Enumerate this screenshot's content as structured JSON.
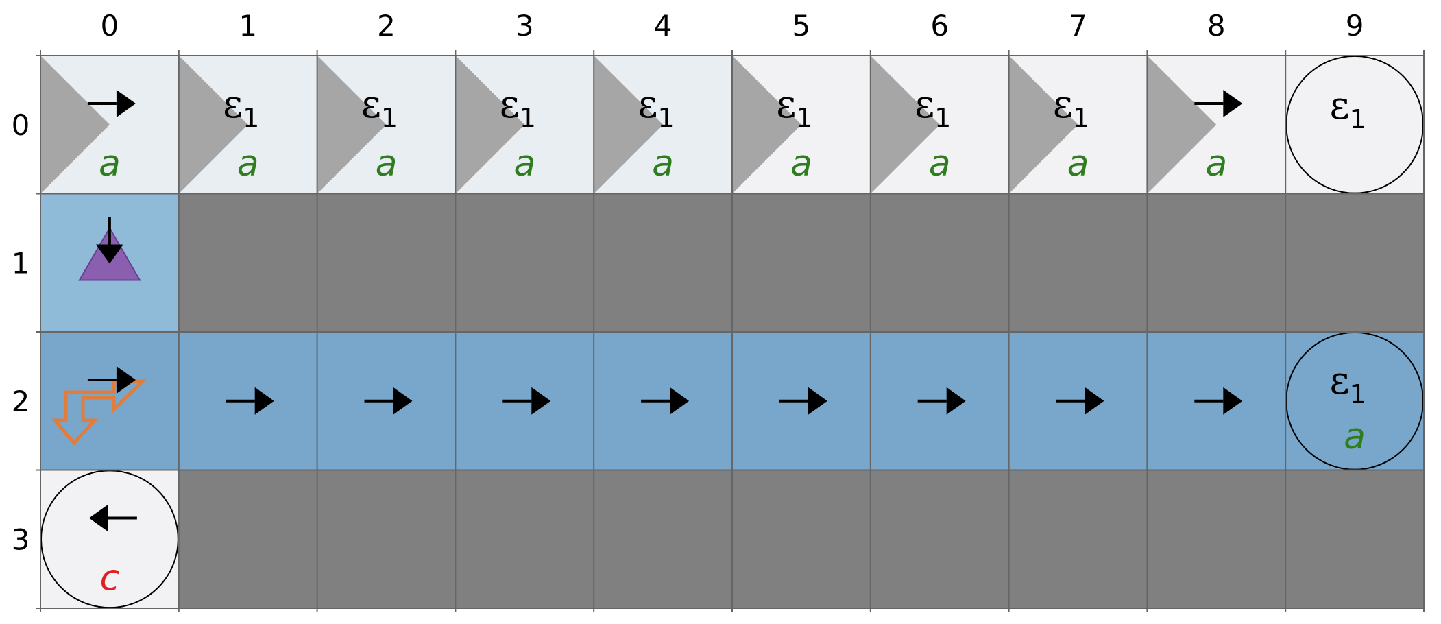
{
  "grid": {
    "columns": [
      "0",
      "1",
      "2",
      "3",
      "4",
      "5",
      "6",
      "7",
      "8",
      "9"
    ],
    "rows": [
      "0",
      "1",
      "2",
      "3"
    ]
  },
  "colors": {
    "light_cell": "#f2f2f5",
    "light_cell_tint": "#e9eef2",
    "wall": "#808080",
    "path_cell": "#78a7cb",
    "path_cell_light": "#8fbad8",
    "triangle_gray": "#a6a6a6",
    "agent_purple": "#8a5fb0",
    "turn_arrow_orange": "#e07d3c",
    "label_green": "#2e7d1e",
    "label_red": "#e02020",
    "grid_line": "#666666"
  },
  "labels": {
    "eps_symbol": "ε",
    "eps_subscript": "1",
    "green_letter": "a",
    "red_letter": "c"
  },
  "cells": [
    {
      "row": 0,
      "col": 0,
      "bg": "light_cell_tint",
      "entry_triangle": true,
      "arrow": "right",
      "letter": "a",
      "letter_color": "label_green"
    },
    {
      "row": 0,
      "col": 1,
      "bg": "light_cell_tint",
      "entry_triangle": true,
      "eps": true,
      "letter": "a",
      "letter_color": "label_green"
    },
    {
      "row": 0,
      "col": 2,
      "bg": "light_cell_tint",
      "entry_triangle": true,
      "eps": true,
      "letter": "a",
      "letter_color": "label_green"
    },
    {
      "row": 0,
      "col": 3,
      "bg": "light_cell_tint",
      "entry_triangle": true,
      "eps": true,
      "letter": "a",
      "letter_color": "label_green"
    },
    {
      "row": 0,
      "col": 4,
      "bg": "light_cell_tint",
      "entry_triangle": true,
      "eps": true,
      "letter": "a",
      "letter_color": "label_green"
    },
    {
      "row": 0,
      "col": 5,
      "bg": "light_cell",
      "entry_triangle": true,
      "eps": true,
      "letter": "a",
      "letter_color": "label_green"
    },
    {
      "row": 0,
      "col": 6,
      "bg": "light_cell",
      "entry_triangle": true,
      "eps": true,
      "letter": "a",
      "letter_color": "label_green"
    },
    {
      "row": 0,
      "col": 7,
      "bg": "light_cell",
      "entry_triangle": true,
      "eps": true,
      "letter": "a",
      "letter_color": "label_green"
    },
    {
      "row": 0,
      "col": 8,
      "bg": "light_cell",
      "entry_triangle": true,
      "arrow": "right",
      "letter": "a",
      "letter_color": "label_green"
    },
    {
      "row": 0,
      "col": 9,
      "bg": "light_cell",
      "circle": true,
      "eps": true
    },
    {
      "row": 1,
      "col": 0,
      "bg": "path_cell_light",
      "agent_triangle": true,
      "arrow": "down"
    },
    {
      "row": 1,
      "col": 1,
      "bg": "wall"
    },
    {
      "row": 1,
      "col": 2,
      "bg": "wall"
    },
    {
      "row": 1,
      "col": 3,
      "bg": "wall"
    },
    {
      "row": 1,
      "col": 4,
      "bg": "wall"
    },
    {
      "row": 1,
      "col": 5,
      "bg": "wall"
    },
    {
      "row": 1,
      "col": 6,
      "bg": "wall"
    },
    {
      "row": 1,
      "col": 7,
      "bg": "wall"
    },
    {
      "row": 1,
      "col": 8,
      "bg": "wall"
    },
    {
      "row": 1,
      "col": 9,
      "bg": "wall"
    },
    {
      "row": 2,
      "col": 0,
      "bg": "path_cell",
      "turn_arrow": true,
      "arrow": "right"
    },
    {
      "row": 2,
      "col": 1,
      "bg": "path_cell",
      "arrow": "right"
    },
    {
      "row": 2,
      "col": 2,
      "bg": "path_cell",
      "arrow": "right"
    },
    {
      "row": 2,
      "col": 3,
      "bg": "path_cell",
      "arrow": "right"
    },
    {
      "row": 2,
      "col": 4,
      "bg": "path_cell",
      "arrow": "right"
    },
    {
      "row": 2,
      "col": 5,
      "bg": "path_cell",
      "arrow": "right"
    },
    {
      "row": 2,
      "col": 6,
      "bg": "path_cell",
      "arrow": "right"
    },
    {
      "row": 2,
      "col": 7,
      "bg": "path_cell",
      "arrow": "right"
    },
    {
      "row": 2,
      "col": 8,
      "bg": "path_cell",
      "arrow": "right"
    },
    {
      "row": 2,
      "col": 9,
      "bg": "path_cell",
      "circle": true,
      "eps": true,
      "letter": "a",
      "letter_color": "label_green"
    },
    {
      "row": 3,
      "col": 0,
      "bg": "light_cell",
      "circle": true,
      "arrow": "left",
      "letter": "c",
      "letter_color": "label_red"
    },
    {
      "row": 3,
      "col": 1,
      "bg": "wall"
    },
    {
      "row": 3,
      "col": 2,
      "bg": "wall"
    },
    {
      "row": 3,
      "col": 3,
      "bg": "wall"
    },
    {
      "row": 3,
      "col": 4,
      "bg": "wall"
    },
    {
      "row": 3,
      "col": 5,
      "bg": "wall"
    },
    {
      "row": 3,
      "col": 6,
      "bg": "wall"
    },
    {
      "row": 3,
      "col": 7,
      "bg": "wall"
    },
    {
      "row": 3,
      "col": 8,
      "bg": "wall"
    },
    {
      "row": 3,
      "col": 9,
      "bg": "wall"
    }
  ]
}
